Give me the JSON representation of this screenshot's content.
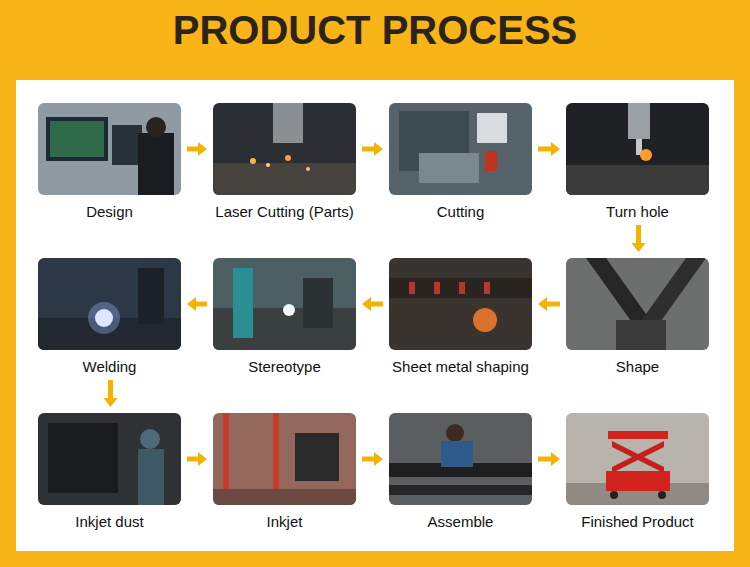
{
  "diagram": {
    "title": "PRODUCT PROCESS",
    "nodes": [
      {
        "text": [
          "Design"
        ]
      },
      {
        "text": [
          "Laser Cutting (Parts)"
        ]
      },
      {
        "text": [
          "Cutting"
        ]
      },
      {
        "text": [
          "Turn hole"
        ]
      },
      {
        "text": [
          "Shape"
        ]
      },
      {
        "text": [
          "Sheet metal shaping"
        ]
      },
      {
        "text": [
          "Stereotype"
        ]
      },
      {
        "text": [
          "Welding"
        ]
      },
      {
        "text": [
          "Inkjet dust"
        ]
      },
      {
        "text": [
          "Inkjet"
        ]
      },
      {
        "text": [
          "Assemble"
        ]
      },
      {
        "text": [
          "Finished Product"
        ]
      }
    ],
    "edges": [
      {
        "from": 0,
        "to": 1,
        "arrow": "to"
      },
      {
        "from": 1,
        "to": 2,
        "arrow": "to"
      },
      {
        "from": 2,
        "to": 3,
        "arrow": "to"
      },
      {
        "from": 3,
        "to": 4,
        "arrow": "to"
      },
      {
        "from": 4,
        "to": 5,
        "arrow": "to"
      },
      {
        "from": 5,
        "to": 6,
        "arrow": "to"
      },
      {
        "from": 6,
        "to": 7,
        "arrow": "to"
      },
      {
        "from": 7,
        "to": 8,
        "arrow": "to"
      },
      {
        "from": 8,
        "to": 9,
        "arrow": "to"
      },
      {
        "from": 9,
        "to": 10,
        "arrow": "to"
      },
      {
        "from": 10,
        "to": 11,
        "arrow": "to"
      }
    ]
  }
}
